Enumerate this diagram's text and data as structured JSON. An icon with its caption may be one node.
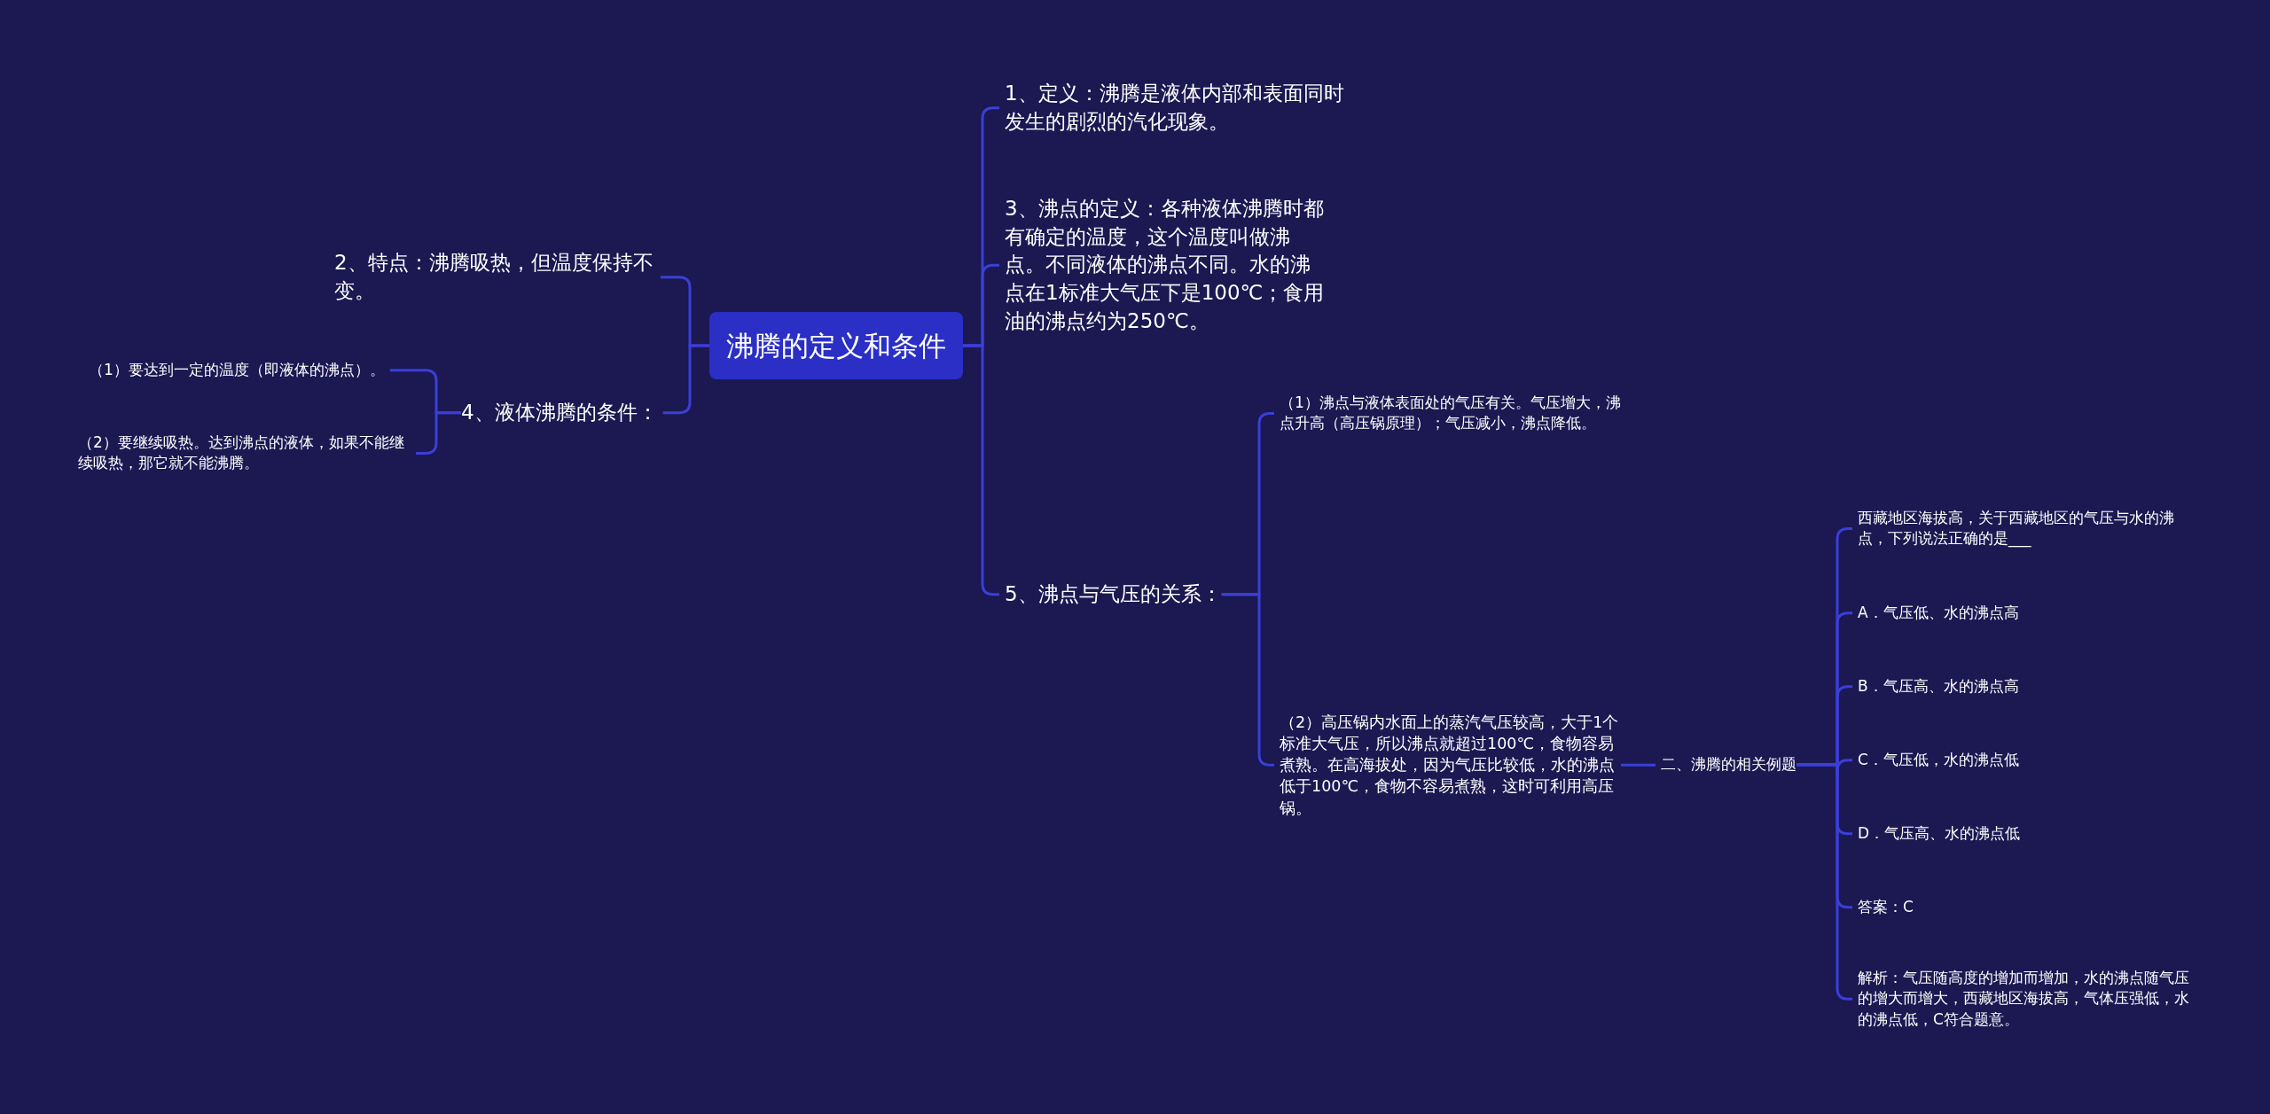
{
  "diagram": {
    "nodes": [
      {
        "text": [
          "沸腾的定义和条件"
        ]
      },
      {
        "text": [
          "1、定义：沸腾是液体内部和表面同时发生的剧烈的汽化现象。"
        ]
      },
      {
        "text": [
          "3、沸点的定义：各种液体沸腾时都有确定的温度，这个温度叫做沸点。不同液体的沸点不同。水的沸点在1标准大气压下是100℃；食用油的沸点约为250℃。"
        ]
      },
      {
        "text": [
          "2、特点：沸腾吸热，但温度保持不变。"
        ]
      },
      {
        "text": [
          "4、液体沸腾的条件："
        ]
      },
      {
        "text": [
          "（1）要达到一定的温度（即液体的沸点）。"
        ]
      },
      {
        "text": [
          "（2）要继续吸热。达到沸点的液体，如果不能继续吸热，那它就不能沸腾。"
        ]
      },
      {
        "text": [
          "5、沸点与气压的关系："
        ]
      },
      {
        "text": [
          "（1）沸点与液体表面处的气压有关。气压增大，沸点升高（高压锅原理）；气压减小，沸点降低。"
        ]
      },
      {
        "text": [
          "（2）高压锅内水面上的蒸汽气压较高，大于1个标准大气压，所以沸点就超过100℃，食物容易煮熟。在高海拔处，因为气压比较低，水的沸点低于100℃，食物不容易煮熟，这时可利用高压锅。"
        ]
      },
      {
        "text": [
          "二、沸腾的相关例题"
        ]
      },
      {
        "text": [
          "西藏地区海拔高，关于西藏地区的气压与水的沸点，下列说法正确的是___"
        ]
      },
      {
        "text": [
          "A．气压低、水的沸点高"
        ]
      },
      {
        "text": [
          "B．气压高、水的沸点高"
        ]
      },
      {
        "text": [
          "C．气压低，水的沸点低"
        ]
      },
      {
        "text": [
          "D．气压高、水的沸点低"
        ]
      },
      {
        "text": [
          "答案：C"
        ]
      },
      {
        "text": [
          "解析：气压随高度的增加而增加，水的沸点随气压的增大而增大，西藏地区海拔高，气体压强低，水的沸点低，C符合题意。"
        ]
      }
    ],
    "edges": [
      {
        "from": 0,
        "to": 1,
        "arrow": "none"
      },
      {
        "from": 0,
        "to": 2,
        "arrow": "none"
      },
      {
        "from": 0,
        "to": 3,
        "arrow": "none"
      },
      {
        "from": 0,
        "to": 4,
        "arrow": "none"
      },
      {
        "from": 4,
        "to": 5,
        "arrow": "none"
      },
      {
        "from": 4,
        "to": 6,
        "arrow": "none"
      },
      {
        "from": 0,
        "to": 7,
        "arrow": "none"
      },
      {
        "from": 7,
        "to": 8,
        "arrow": "none"
      },
      {
        "from": 7,
        "to": 9,
        "arrow": "none"
      },
      {
        "from": 9,
        "to": 10,
        "arrow": "none"
      },
      {
        "from": 10,
        "to": 11,
        "arrow": "none"
      },
      {
        "from": 10,
        "to": 12,
        "arrow": "none"
      },
      {
        "from": 10,
        "to": 13,
        "arrow": "none"
      },
      {
        "from": 10,
        "to": 14,
        "arrow": "none"
      },
      {
        "from": 10,
        "to": 15,
        "arrow": "none"
      },
      {
        "from": 10,
        "to": 16,
        "arrow": "none"
      },
      {
        "from": 10,
        "to": 17,
        "arrow": "none"
      }
    ]
  }
}
